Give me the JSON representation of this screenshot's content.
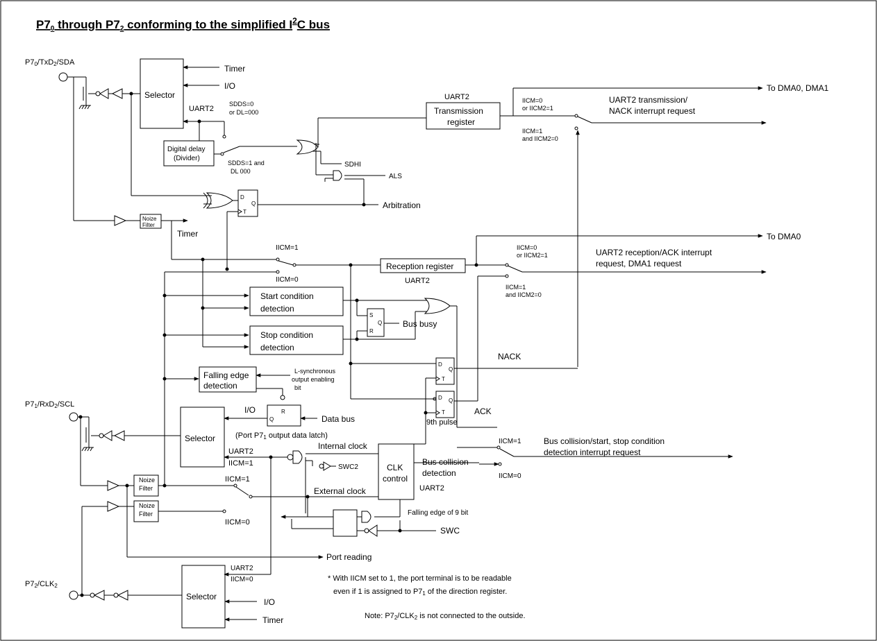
{
  "title": {
    "part1": "P7",
    "sub1": "0",
    "part2": " through P7",
    "sub2": "2",
    "part3": " conforming to the simplified I",
    "sup": "2",
    "part4": "C bus"
  },
  "pins": {
    "sda": {
      "a": "P7",
      "b": "0",
      "c": "/TxD",
      "d": "2",
      "e": "/SDA"
    },
    "scl": {
      "a": "P7",
      "b": "1",
      "c": "/RxD",
      "d": "2",
      "e": "/SCL"
    },
    "clk": {
      "a": "P7",
      "b": "2",
      "c": "/CLK",
      "d": "2"
    }
  },
  "labels": {
    "timer1": "Timer",
    "io1": "I/O",
    "selector": "Selector",
    "uart2": "UART2",
    "sdds0a": "SDDS=0",
    "sdds0b": "or DL=000",
    "digdelay1": "Digital delay",
    "digdelay2": "(Divider)",
    "sdds1a": "SDDS=1 and",
    "sdds1b": "DL  000",
    "sdhi": "SDHI",
    "als": "ALS",
    "txreg_title": "UART2",
    "txreg1": "Transmission",
    "txreg2": "register",
    "iicm0a": "IICM=0",
    "iicm0b": "or IICM2=1",
    "iicm1a": "IICM=1",
    "iicm1b": "and IICM2=0",
    "dma01": "To DMA0, DMA1",
    "tx_int1": "UART2 transmission/",
    "tx_int2": "NACK interrupt request",
    "arbitration": "Arbitration",
    "noize": "Noize",
    "filter": "Filter",
    "timer2": "Timer",
    "iicm1": "IICM=1",
    "iicm0": "IICM=0",
    "rxreg": "Reception register",
    "rx_uart2": "UART2",
    "dma0": "To DMA0",
    "rx_iicm0a": "IICM=0",
    "rx_iicm0b": "or IICM2=1",
    "rx_iicm1a": "IICM=1",
    "rx_iicm1b": "and IICM2=0",
    "rx_int1": "UART2 reception/ACK interrupt",
    "rx_int2": "request,  DMA1 request",
    "start1": "Start condition",
    "start2": "detection",
    "stop1": "Stop condition",
    "stop2": "detection",
    "s": "S",
    "r": "R",
    "q": "Q",
    "d": "D",
    "t": "T",
    "busbusy": "Bus busy",
    "nack": "NACK",
    "ack": "ACK",
    "fall1": "Falling edge",
    "fall2": "detection",
    "lsync1": "L-synchronous",
    "lsync2": "output enabling",
    "lsync3": "bit",
    "io2": "I/O",
    "databus": "Data bus",
    "latch": "(Port P7",
    "latch_sub": "1",
    "latch_end": " output data latch)",
    "intclk": "Internal clock",
    "swc2": "SWC2",
    "ninth": "9th pulse",
    "clk1": "CLK",
    "clk2": "control",
    "buscoll1": "Bus collision",
    "buscoll2": "detection",
    "bc_int1": "Bus collision/start, stop condition",
    "bc_int2": "detection interrupt request",
    "extclk": "External clock",
    "falledge9": "Falling edge of 9 bit",
    "swc": "SWC",
    "portread": "Port reading",
    "io3": "I/O",
    "timer3": "Timer",
    "note1a": "* With IICM set to 1, the port terminal is to be readable",
    "note1b": "even if 1 is assigned to P7",
    "note1b_sub": "1",
    "note1b_end": " of the direction register.",
    "note2a": "Note: P7",
    "note2_sub": "2",
    "note2b": "/CLK",
    "note2_sub2": "2",
    "note2c": " is not connected to the outside."
  }
}
